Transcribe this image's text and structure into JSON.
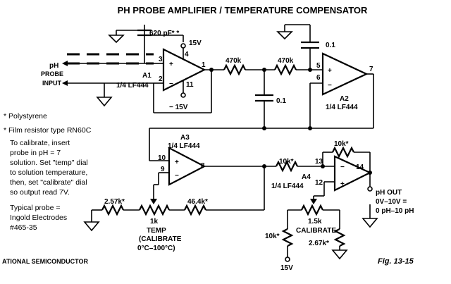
{
  "title": "PH PROBE AMPLIFIER / TEMPERATURE COMPENSATOR",
  "footer": {
    "company": "ATIONAL SEMICONDUCTOR",
    "figure": "Fig. 13-15"
  },
  "notes": {
    "n1": "* Polystyrene",
    "n2": "* Film resistor type RN60C",
    "cal": [
      "To calibrate, insert",
      "probe in pH = 7",
      "solution. Set \"temp\" dial",
      "to solution temperature,",
      "then, set \"calibrate\" dial",
      "so output read 7V."
    ],
    "probe": [
      "Typical probe =",
      "Ingold Electrodes",
      "#465-35"
    ]
  },
  "amps": {
    "a1": {
      "name": "A1",
      "type": "1/4 LF444"
    },
    "a2": {
      "name": "A2",
      "type": "1/4 LF444"
    },
    "a3": {
      "name": "A3",
      "type": "1/4 LF444"
    },
    "a4": {
      "name": "A4",
      "type": "1/4 LF444"
    }
  },
  "pins": {
    "a1": {
      "in_pos": "3",
      "in_neg": "2",
      "out": "1",
      "vpos": "4",
      "vneg": "11",
      "plus": "+",
      "minus": "−"
    },
    "a2": {
      "in_pos": "5",
      "in_neg": "6",
      "out": "7",
      "plus": "+",
      "minus": "−"
    },
    "a3": {
      "in_a": "10",
      "in_b": "9",
      "out": "8",
      "plus": "+",
      "minus": "−"
    },
    "a4": {
      "in_a": "13",
      "in_b": "12",
      "out": "14",
      "plus": "−",
      "minus": "+"
    }
  },
  "components": {
    "c_top": "620 pF* *",
    "c_a2": "0.1",
    "c_mid": "0.1",
    "r1": "470k",
    "r2": "470k",
    "r_fb4": "10k*",
    "r_in4": "10k*",
    "r_left": "2.57k*",
    "pot_temp": "1k",
    "r_464": "46.4k*",
    "pot_cal": "1.5k",
    "r_10k_bot": "10k*",
    "r_267_bot": "2.67k*"
  },
  "supply": {
    "a1_pos": "15V",
    "a1_neg": "− 15V",
    "bottom": "15V"
  },
  "input": {
    "ph": "pH",
    "probe": "PROBE",
    "input": "INPUT"
  },
  "output": {
    "line1": "pH OUT",
    "line2": "0V–10V =",
    "line3": "0 pH–10 pH"
  },
  "labels": {
    "temp": "TEMP",
    "temp_sub1": "(CALIBRATE",
    "temp_sub2": "0°C–100°C)",
    "calibrate": "CALIBRATE"
  }
}
